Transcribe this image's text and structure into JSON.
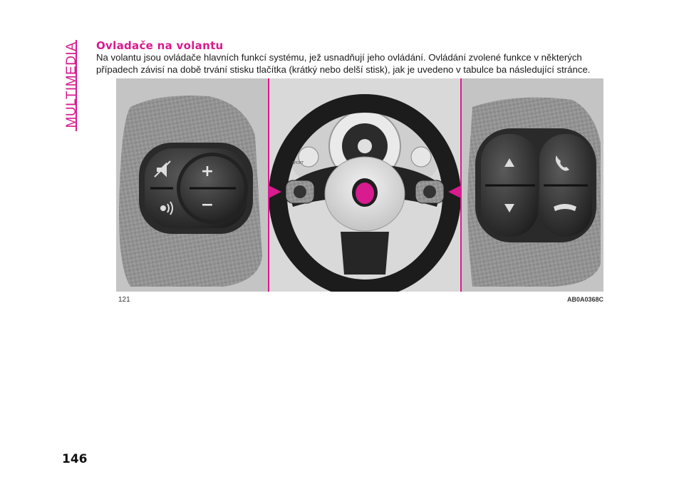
{
  "section_tab": "MULTIMEDIA",
  "heading": "Ovladače na volantu",
  "paragraph": "Na volantu jsou ovládače hlavních funkcí systému, jež usnadňují jeho ovládání. Ovládání zvolené funkce v některých případech závisí na době trvání stisku tlačítka (krátký nebo delší stisk), jak je uvedeno v tabulce ba následující stránce.",
  "figure": {
    "number": "121",
    "code": "AB0A0368C",
    "left_controls": {
      "plus_symbol": "+",
      "minus_symbol": "−",
      "icons": [
        "mute-icon",
        "voice-icon"
      ]
    },
    "right_controls": {
      "icons": [
        "arrow-up-icon",
        "arrow-down-icon",
        "phone-answer-icon",
        "phone-hangup-icon"
      ]
    },
    "dashboard_labels": {
      "sport": "SPORT"
    },
    "accent_color": "#d81b8e"
  },
  "page_number": "146"
}
